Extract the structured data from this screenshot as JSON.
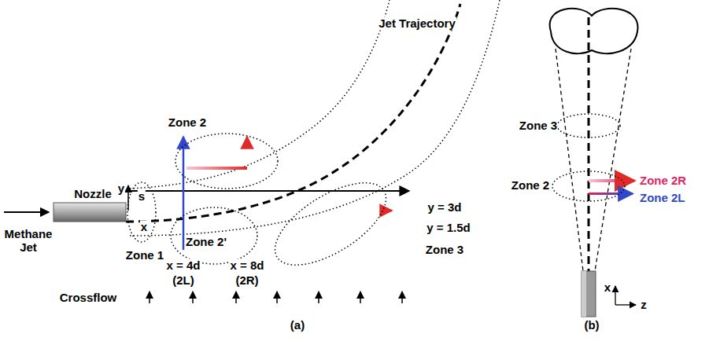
{
  "diagram": {
    "nodes": [
      {
        "text": [
          "Nozzle"
        ]
      },
      {
        "text": [
          "Zone 1"
        ]
      },
      {
        "text": [
          "Zone 2"
        ]
      },
      {
        "text": [
          "Zone 2'"
        ]
      },
      {
        "text": [
          "Zone 3"
        ]
      },
      {
        "text": [
          "Zone 3"
        ]
      },
      {
        "text": [
          "Zone 2"
        ]
      }
    ],
    "labels": [
      "Jet Trajectory",
      "y",
      "s",
      "x",
      "x = 4d",
      "(2L)",
      "x = 8d",
      "(2R)",
      "y = 3d",
      "y = 1.5d",
      "Methane Jet",
      "Crossflow",
      "(a)",
      "Zone 2R",
      "Zone 2L",
      "x",
      "z",
      "(b)"
    ]
  }
}
